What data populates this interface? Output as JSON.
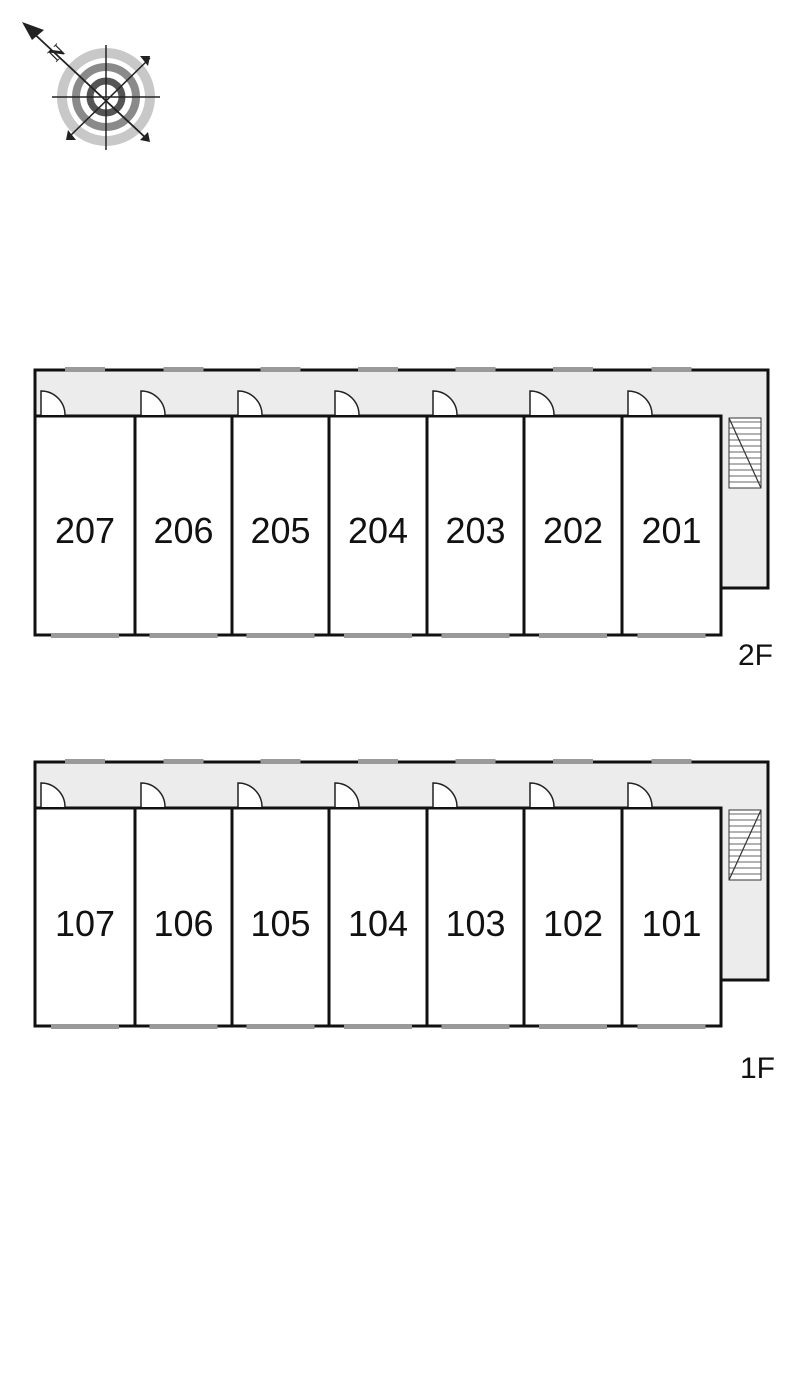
{
  "compass": {
    "north_letter": "N",
    "icon": "compass-icon"
  },
  "floors": [
    {
      "id": "2F",
      "label": "2F",
      "units": [
        "207",
        "206",
        "205",
        "204",
        "203",
        "202",
        "201"
      ]
    },
    {
      "id": "1F",
      "label": "1F",
      "units": [
        "107",
        "106",
        "105",
        "104",
        "103",
        "102",
        "101"
      ]
    }
  ],
  "colors": {
    "corridor": "#ececec",
    "wall": "#111111",
    "window": "#9a9a9a"
  }
}
